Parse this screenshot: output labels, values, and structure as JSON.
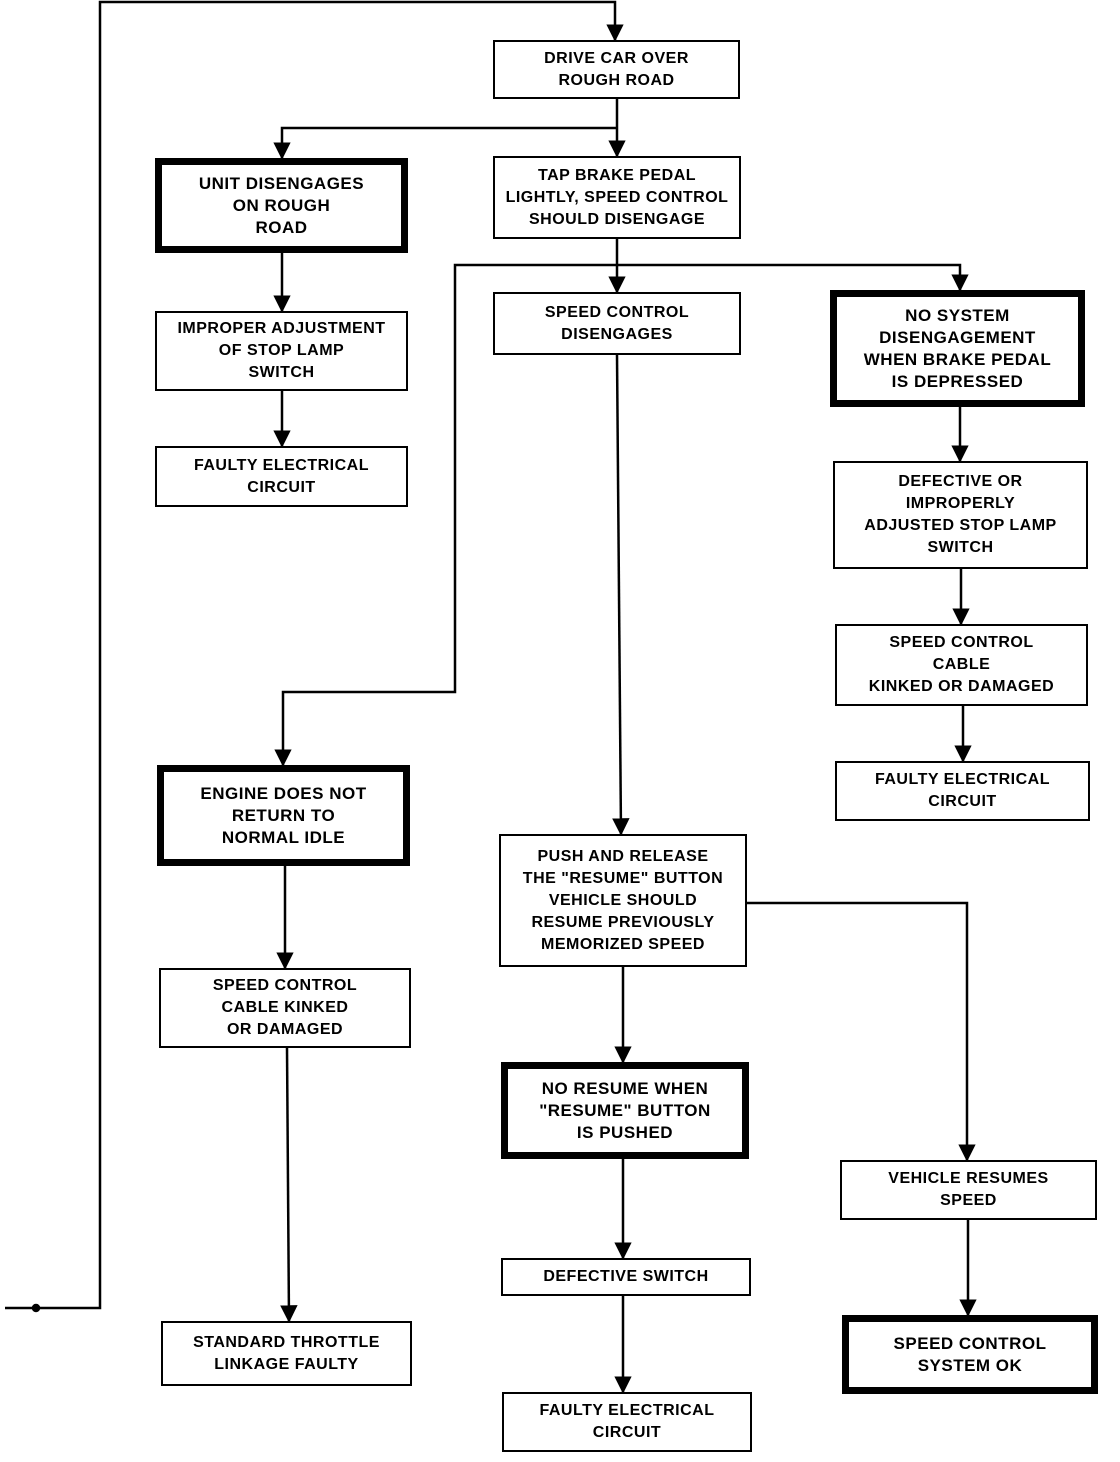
{
  "boxes": {
    "drive_car": "DRIVE CAR OVER\nROUGH ROAD",
    "unit_disengages": "UNIT DISENGAGES\nON ROUGH\nROAD",
    "tap_brake": "TAP BRAKE PEDAL\nLIGHTLY, SPEED CONTROL\nSHOULD DISENGAGE",
    "improper_adjustment": "IMPROPER ADJUSTMENT\nOF STOP LAMP\nSWITCH",
    "faulty_circuit_1": "FAULTY ELECTRICAL\nCIRCUIT",
    "speed_control_disengages": "SPEED CONTROL\nDISENGAGES",
    "no_system_disengagement": "NO SYSTEM\nDISENGAGEMENT\nWHEN BRAKE PEDAL\nIS DEPRESSED",
    "defective_stop_lamp": "DEFECTIVE OR\nIMPROPERLY\nADJUSTED STOP LAMP\nSWITCH",
    "cable_kinked_right": "SPEED CONTROL\nCABLE\nKINKED OR DAMAGED",
    "faulty_circuit_2": "FAULTY ELECTRICAL\nCIRCUIT",
    "engine_not_idle": "ENGINE DOES NOT\nRETURN TO\nNORMAL IDLE",
    "push_resume": "PUSH AND RELEASE\nTHE \"RESUME\" BUTTON\nVEHICLE SHOULD\nRESUME PREVIOUSLY\nMEMORIZED SPEED",
    "cable_kinked_left": "SPEED CONTROL\nCABLE KINKED\nOR DAMAGED",
    "no_resume": "NO RESUME WHEN\n\"RESUME\" BUTTON\nIS PUSHED",
    "vehicle_resumes": "VEHICLE RESUMES\nSPEED",
    "defective_switch": "DEFECTIVE SWITCH",
    "throttle_faulty": "STANDARD THROTTLE\nLINKAGE FAULTY",
    "system_ok": "SPEED CONTROL\nSYSTEM OK",
    "faulty_circuit_3": "FAULTY ELECTRICAL\nCIRCUIT"
  },
  "colors": {
    "line": "#000000",
    "background": "#ffffff"
  }
}
